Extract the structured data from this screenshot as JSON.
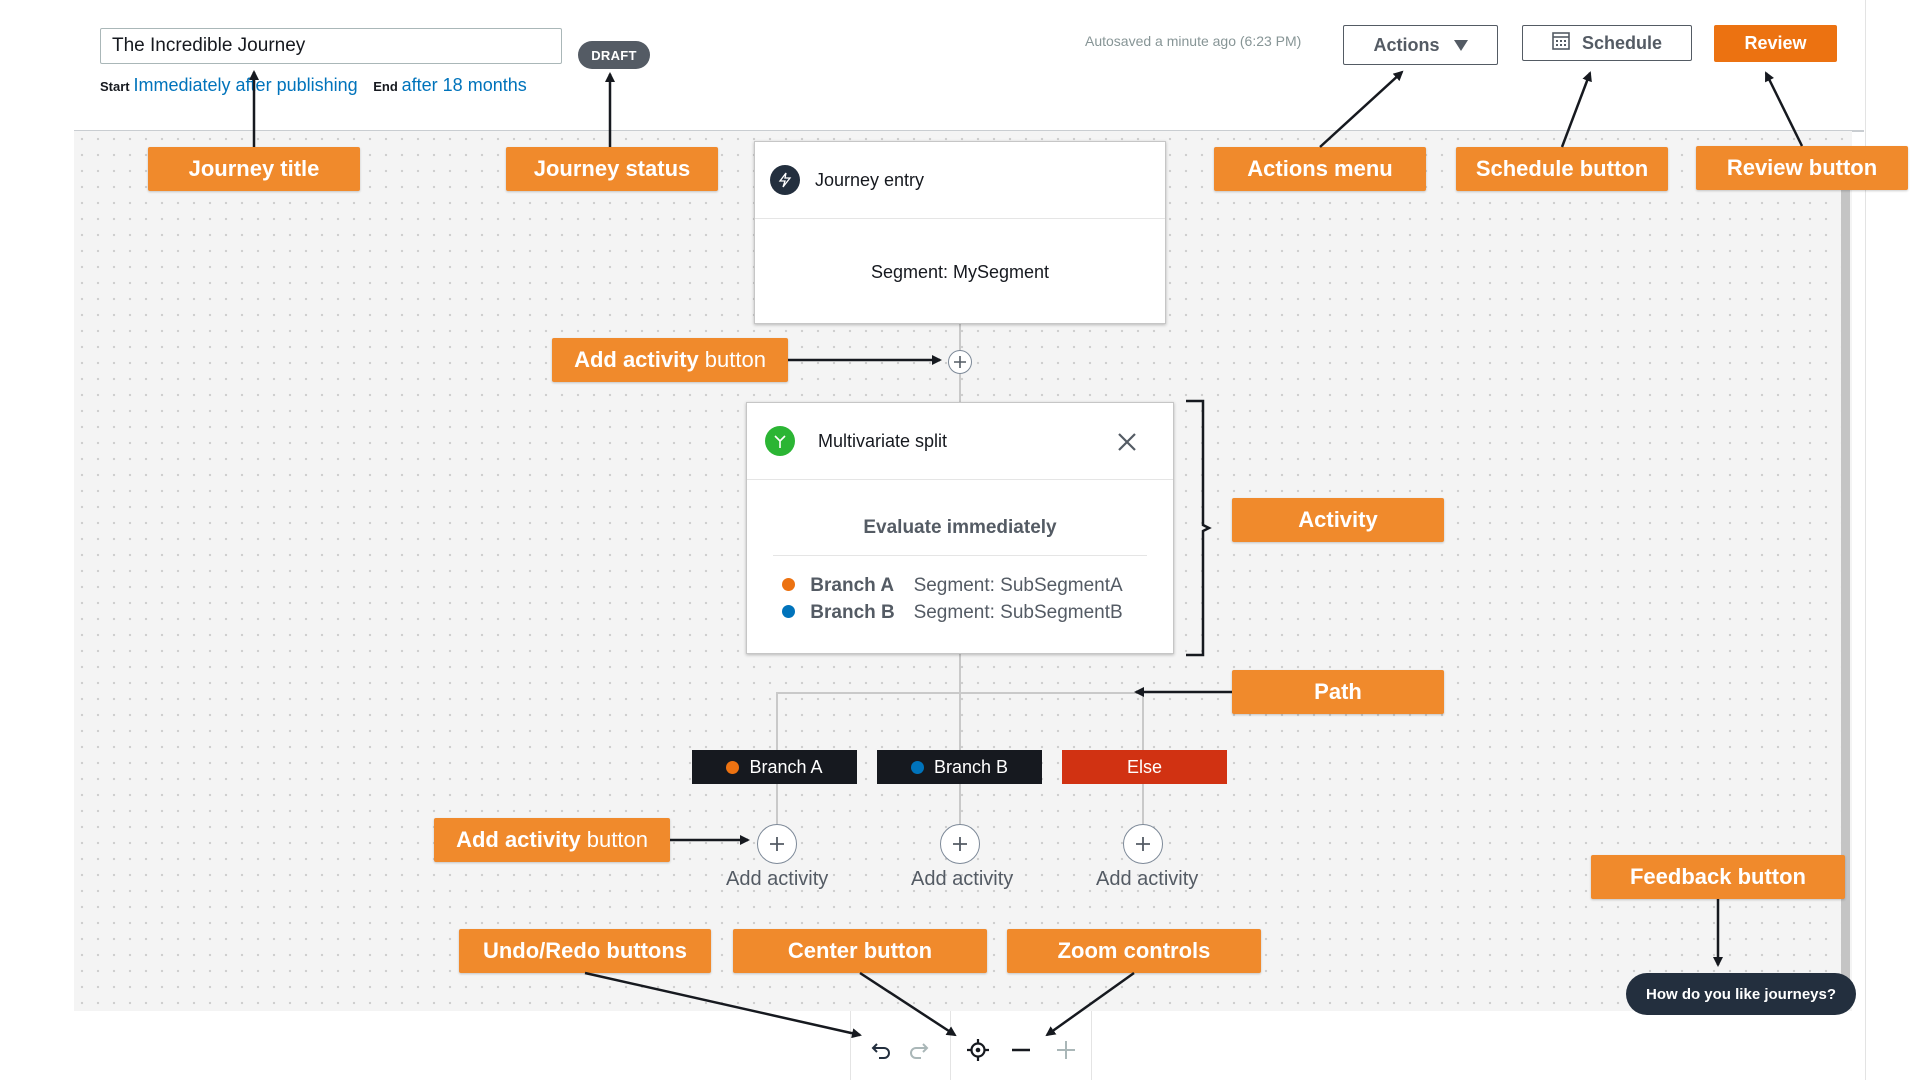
{
  "header": {
    "journey_title_value": "The Incredible Journey",
    "status_badge": "DRAFT",
    "start_label": "Start",
    "start_value": "Immediately after publishing",
    "end_label": "End",
    "end_value": "after 18 months",
    "autosave_text": "Autosaved a minute ago (6:23 PM)",
    "actions_label": "Actions",
    "schedule_label": "Schedule",
    "review_label": "Review"
  },
  "canvas": {
    "entry_card": {
      "title": "Journey entry",
      "segment": "Segment: MySegment"
    },
    "split_card": {
      "title": "Multivariate split",
      "evaluate": "Evaluate immediately",
      "branches": [
        {
          "name": "Branch A",
          "segment": "Segment: SubSegmentA",
          "color": "#ec7211"
        },
        {
          "name": "Branch B",
          "segment": "Segment: SubSegmentB",
          "color": "#0073bb"
        }
      ]
    },
    "path_tags": [
      {
        "label": "Branch A",
        "bg": "#16191f",
        "dot": "#ec7211"
      },
      {
        "label": "Branch B",
        "bg": "#16191f",
        "dot": "#0073bb"
      },
      {
        "label": "Else",
        "bg": "#d13212",
        "dot": ""
      }
    ],
    "add_activity_label": "Add activity"
  },
  "annotations": {
    "journey_title": "Journey title",
    "journey_status": "Journey status",
    "actions_menu": "Actions menu",
    "schedule_button": "Schedule button",
    "review_button": "Review button",
    "add_activity_bold": "Add activity",
    "add_activity_thin": "button",
    "activity": "Activity",
    "path": "Path",
    "feedback_button": "Feedback button",
    "undo_redo": "Undo/Redo buttons",
    "center_button": "Center button",
    "zoom_controls": "Zoom controls"
  },
  "feedback_text": "How do you like journeys?",
  "icons": {
    "entry": "lightning-icon",
    "split": "split-icon",
    "close": "close-icon",
    "calendar": "calendar-icon",
    "undo": "undo-icon",
    "redo": "redo-icon",
    "center": "target-icon",
    "zoom_out": "minus-icon",
    "zoom_in": "plus-icon"
  },
  "colors": {
    "accent": "#ec7211",
    "annotation": "#f08a2c",
    "link": "#0073bb",
    "else": "#d13212"
  }
}
